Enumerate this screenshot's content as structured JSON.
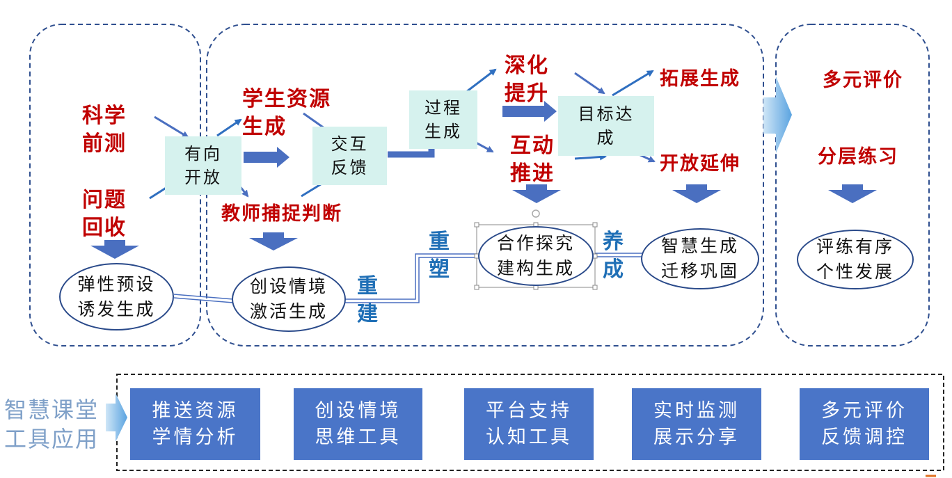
{
  "left_section": {
    "red_label_1": [
      "科学",
      "前测"
    ],
    "red_label_2": [
      "问题",
      "回收"
    ],
    "oval": [
      "弹性预设",
      "诱发生成"
    ]
  },
  "middle_section": {
    "box_open": [
      "有向",
      "开放"
    ],
    "student_resource": [
      "学生资源",
      "生成"
    ],
    "teacher_capture": "教师捕捉判断",
    "box_interact": [
      "交互",
      "反馈"
    ],
    "box_process": [
      "过程",
      "生成"
    ],
    "deepen": [
      "深化",
      "提升"
    ],
    "interaction_push": [
      "互动",
      "推进"
    ],
    "box_goal": [
      "目标达",
      "成"
    ],
    "expand": "拓展生成",
    "open_extend": "开放延伸",
    "oval_situation": [
      "创设情境",
      "激活生成"
    ],
    "rebuild_chars": [
      "重",
      "建"
    ],
    "reshape_chars": [
      "重",
      "塑"
    ],
    "oval_cooperate": [
      "合作探究",
      "建构生成"
    ],
    "cultivate_chars": [
      "养",
      "成"
    ],
    "oval_wisdom": [
      "智慧生成",
      "迁移巩固"
    ]
  },
  "right_section": {
    "multi_eval": "多元评价",
    "layered_practice": "分层练习",
    "oval": [
      "评练有序",
      "个性发展"
    ]
  },
  "tools_section": {
    "caption": [
      "智慧课堂",
      "工具应用"
    ],
    "tools": [
      [
        "推送资源",
        "学情分析"
      ],
      [
        "创设情境",
        "思维工具"
      ],
      [
        "平台支持",
        "认知工具"
      ],
      [
        "实时监测",
        "展示分享"
      ],
      [
        "多元评价",
        "反馈调控"
      ]
    ]
  },
  "colors": {
    "red_text": "#c00000",
    "blue_text": "#1f6fb6",
    "box_fill": "#d6f2ee",
    "tool_fill": "#4a75c8",
    "arrow_blue": "#4a6fc0",
    "dashed_border": "#2f4f8f"
  }
}
